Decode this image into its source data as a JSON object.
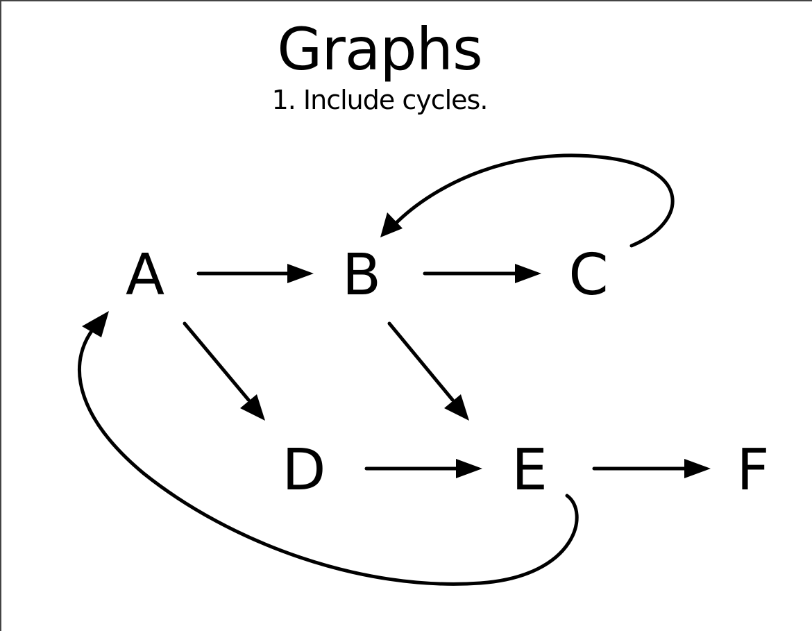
{
  "title": "Graphs",
  "subtitle": "1. Include cycles.",
  "nodes": {
    "A": "A",
    "B": "B",
    "C": "C",
    "D": "D",
    "E": "E",
    "F": "F"
  },
  "edges": [
    {
      "from": "A",
      "to": "B"
    },
    {
      "from": "B",
      "to": "C"
    },
    {
      "from": "C",
      "to": "B"
    },
    {
      "from": "A",
      "to": "D"
    },
    {
      "from": "B",
      "to": "E"
    },
    {
      "from": "D",
      "to": "E"
    },
    {
      "from": "E",
      "to": "F"
    },
    {
      "from": "E",
      "to": "A"
    }
  ]
}
